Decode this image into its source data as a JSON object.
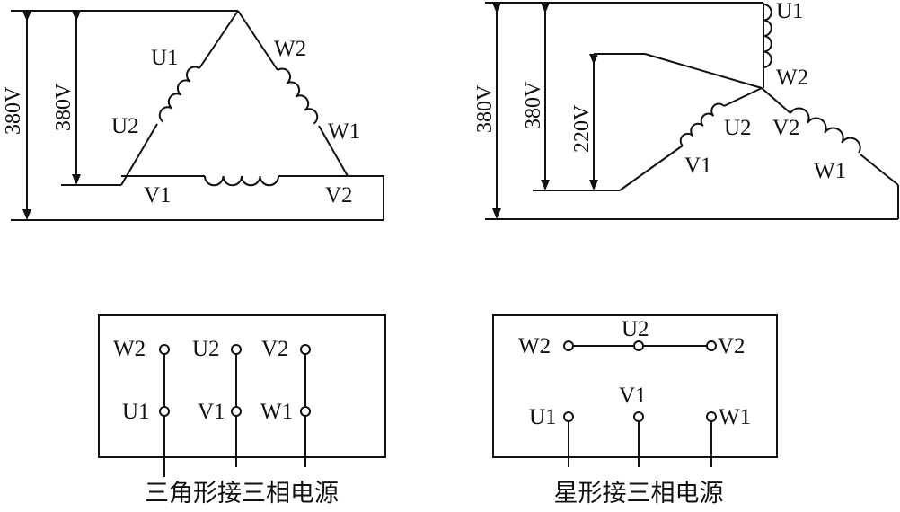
{
  "delta": {
    "voltages": {
      "outer": "380V",
      "inner": "380V"
    },
    "labels": {
      "u1": "U1",
      "u2": "U2",
      "w2": "W2",
      "w1": "W1",
      "v1": "V1",
      "v2": "V2"
    },
    "board": {
      "top": [
        "W2",
        "U2",
        "V2"
      ],
      "bottom": [
        "U1",
        "V1",
        "W1"
      ]
    },
    "caption": "三角形接三相电源"
  },
  "star": {
    "voltages": {
      "outer": "380V",
      "middle": "380V",
      "inner": "220V"
    },
    "labels": {
      "u1": "U1",
      "w2": "W2",
      "u2": "U2",
      "v2": "V2",
      "v1": "V1",
      "w1": "W1"
    },
    "board": {
      "top_left": "W2",
      "top_mid": "U2",
      "top_right": "V2",
      "bottom_left": "U1",
      "bottom_mid": "V1",
      "bottom_right": "W1"
    },
    "caption": "星形接三相电源"
  },
  "colors": {
    "ink": "#111111",
    "background": "#ffffff"
  }
}
